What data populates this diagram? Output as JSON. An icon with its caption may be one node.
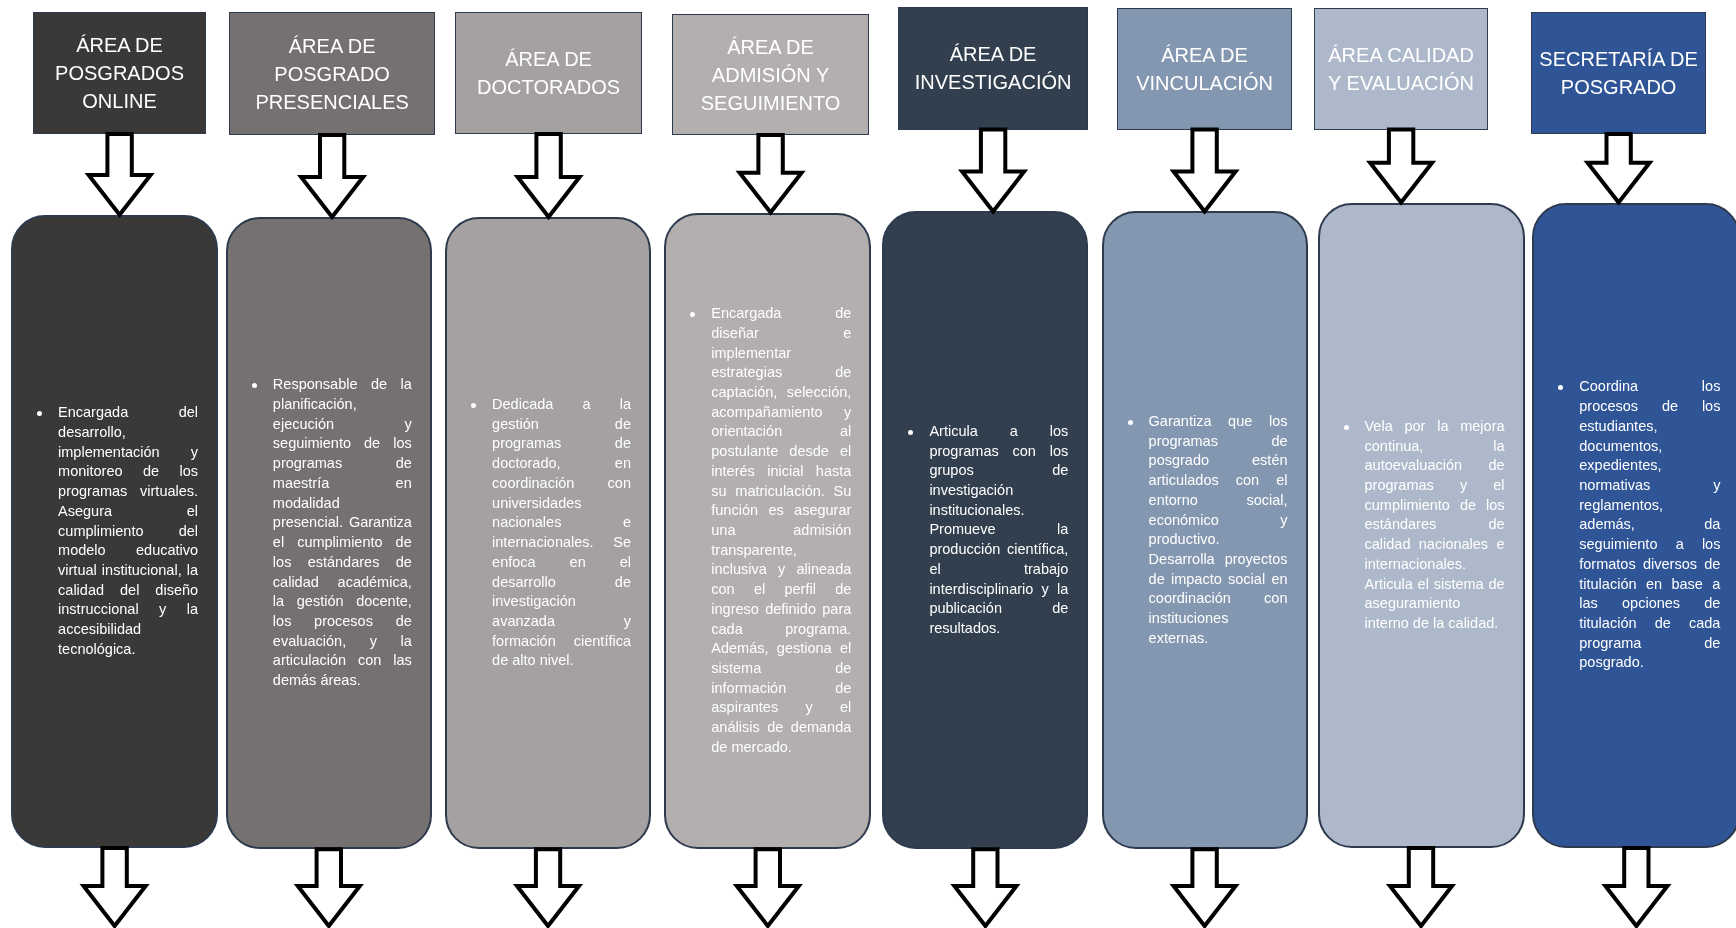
{
  "diagram": {
    "nodes": [
      {
        "text": [
          "ÁREA DE POSGRADOS ONLINE"
        ]
      },
      {
        "text": [
          "ÁREA DE POSGRADO PRESENCIALES"
        ]
      },
      {
        "text": [
          "ÁREA DE DOCTORADOS"
        ]
      },
      {
        "text": [
          "ÁREA DE ADMISIÓN Y SEGUIMIENTO"
        ]
      },
      {
        "text": [
          "ÁREA DE INVESTIGACIÓN"
        ]
      },
      {
        "text": [
          "ÁREA DE VINCULACIÓN"
        ]
      },
      {
        "text": [
          "ÁREA CALIDAD Y EVALUACIÓN"
        ]
      },
      {
        "text": [
          "SECRETARÍA DE POSGRADO"
        ]
      },
      {
        "text": [
          "Encargada del desarrollo, implementación y monitoreo de los programas virtuales. Asegura el cumplimiento del modelo educativo virtual institucional, la calidad del diseño instruccional y la accesibilidad tecnológica."
        ]
      },
      {
        "text": [
          "Responsable de la planificación, ejecución y seguimiento de los programas de maestría en modalidad presencial. Garantiza el cumplimiento de los estándares de calidad académica, la gestión docente, los procesos de evaluación, y la articulación con las demás áreas."
        ]
      },
      {
        "text": [
          "Dedicada a la gestión de programas de doctorado, en coordinación con universidades nacionales e internacionales. Se enfoca en el desarrollo de investigación avanzada y formación científica de alto nivel."
        ]
      },
      {
        "text": [
          "Encargada de diseñar e implementar estrategias de captación, selección, acompañamiento y orientación al postulante desde el interés inicial hasta su matriculación. Su función es asegurar una admisión transparente, inclusiva y alineada con el perfil de ingreso definido para cada programa. Además, gestiona el sistema de información de aspirantes y el análisis de demanda de mercado."
        ]
      },
      {
        "text": [
          "Articula a los programas con los grupos de investigación institucionales. Promueve la producción científica, el trabajo interdisciplinario y la publicación de resultados."
        ]
      },
      {
        "text": [
          "Garantiza que los programas de posgrado estén articulados con el entorno social, económico y productivo. Desarrolla proyectos de impacto social en coordinación con instituciones externas."
        ]
      },
      {
        "text": [
          "Vela por la mejora continua, la autoevaluación de programas y el cumplimiento de los estándares de calidad nacionales e internacionales. Articula el sistema de aseguramiento interno de la calidad."
        ]
      },
      {
        "text": [
          "Coordina los procesos de los estudiantes, documentos, expedientes, normativas y reglamentos, además, da seguimiento a los formatos diversos de titulación en base a las opciones de titulación de cada programa de posgrado."
        ]
      }
    ],
    "edges": [
      {
        "from": 0,
        "to": 8,
        "arrow": "to"
      },
      {
        "from": 1,
        "to": 9,
        "arrow": "to"
      },
      {
        "from": 2,
        "to": 10,
        "arrow": "to"
      },
      {
        "from": 3,
        "to": 11,
        "arrow": "to"
      },
      {
        "from": 4,
        "to": 12,
        "arrow": "to"
      },
      {
        "from": 5,
        "to": 13,
        "arrow": "to"
      },
      {
        "from": 6,
        "to": 14,
        "arrow": "to"
      },
      {
        "from": 7,
        "to": 15,
        "arrow": "to"
      },
      {
        "from": 8,
        "to": null,
        "arrow": "to"
      },
      {
        "from": 9,
        "to": null,
        "arrow": "to"
      },
      {
        "from": 10,
        "to": null,
        "arrow": "to"
      },
      {
        "from": 11,
        "to": null,
        "arrow": "to"
      },
      {
        "from": 12,
        "to": null,
        "arrow": "to"
      },
      {
        "from": 13,
        "to": null,
        "arrow": "to"
      },
      {
        "from": 14,
        "to": null,
        "arrow": "to"
      },
      {
        "from": 15,
        "to": null,
        "arrow": "to"
      }
    ]
  }
}
